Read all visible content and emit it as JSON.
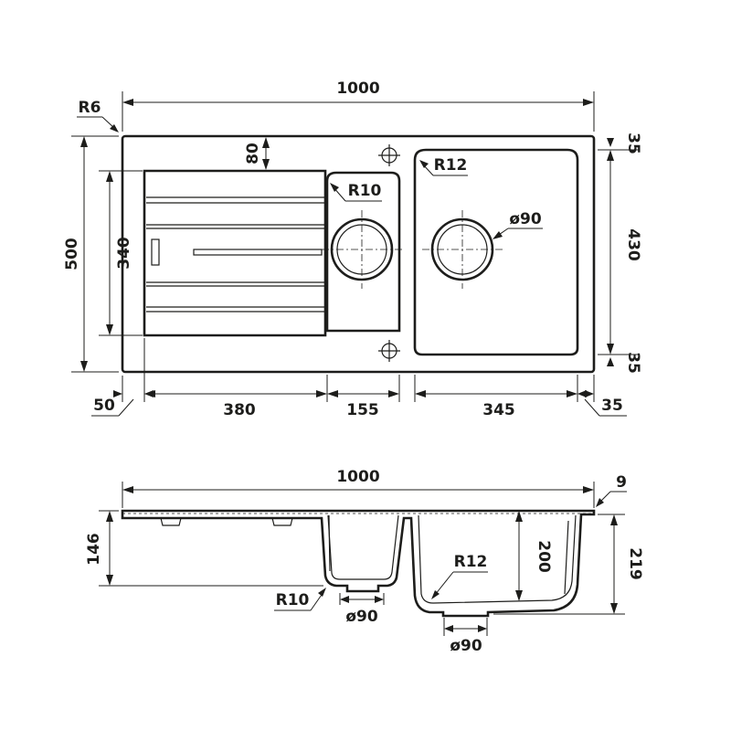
{
  "top_view": {
    "overall_width": "1000",
    "overall_depth": "500",
    "corner_radius": "R6",
    "drainer_offset": "80",
    "drainer_depth": "340",
    "small_bowl_radius": "R10",
    "large_bowl_radius": "R12",
    "drain_diameter": "ø90",
    "large_bowl_depth": "430",
    "margin_top": "35",
    "margin_bottom": "35",
    "left_margin": "50",
    "drainer_width": "380",
    "small_bowl_width": "155",
    "large_bowl_width": "345",
    "right_margin": "35"
  },
  "section_view": {
    "overall_width": "1000",
    "rim_thickness": "9",
    "small_bowl_depth": "146",
    "large_bowl_depth": "200",
    "total_height": "219",
    "large_bowl_radius": "R12",
    "small_bowl_radius": "R10",
    "small_drain_diameter": "ø90",
    "large_drain_diameter": "ø90"
  }
}
